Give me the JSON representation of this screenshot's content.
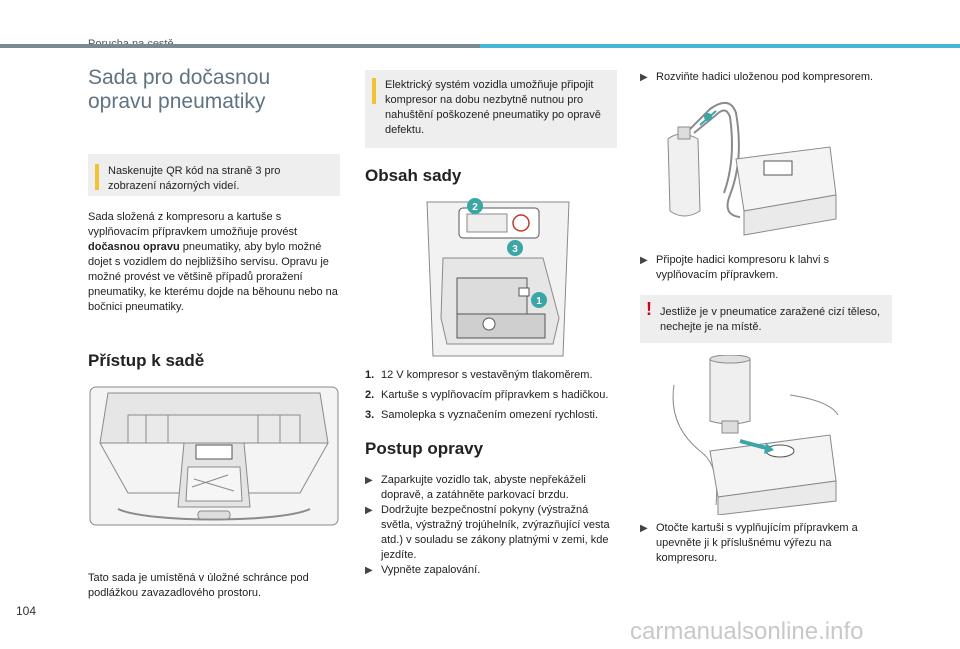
{
  "header": {
    "section": "Porucha na cestě"
  },
  "page_number": "104",
  "watermark": "carmanualsonline.info",
  "col1": {
    "title_line1": "Sada pro dočasnou",
    "title_line2": "opravu pneumatiky",
    "info_text": "Naskenujte QR kód na straně 3 pro zobrazení názorných videí.",
    "intro_a": "Sada složená z kompresoru a kartuše s vyplňovacím přípravkem umožňuje provést ",
    "intro_bold": "dočasnou opravu",
    "intro_b": " pneumatiky, aby bylo možné dojet s vozidlem do nejbližšího servisu. Opravu je možné provést ve většině případů proražení pneumatiky, ke kterému dojde na běhounu nebo na bočnici pneumatiky.",
    "access_heading": "Přístup k sadě",
    "location_text": "Tato sada je umístěná v úložné schránce pod podlážkou zavazadlového prostoru."
  },
  "col2": {
    "info_text": "Elektrický systém vozidla umožňuje připojit kompresor na dobu nezbytně nutnou pro nahuštění poškozené pneumatiky po opravě defektu.",
    "contents_heading": "Obsah sady",
    "callouts": [
      "1",
      "2",
      "3"
    ],
    "items": [
      {
        "num": "1.",
        "text": "12 V kompresor s vestavěným tlakoměrem."
      },
      {
        "num": "2.",
        "text": "Kartuše s vyplňovacím přípravkem s hadičkou."
      },
      {
        "num": "3.",
        "text": "Samolepka s vyznačením omezení rychlosti."
      }
    ],
    "repair_heading": "Postup opravy",
    "steps": [
      "Zaparkujte vozidlo tak, abyste nepřekáželi dopravě, a zatáhněte parkovací brzdu.",
      "Dodržujte bezpečnostní pokyny (výstražná světla, výstražný trojúhelník, zvýrazňující vesta atd.) v souladu se zákony platnými v zemi, kde jezdíte.",
      "Vypněte zapalování."
    ]
  },
  "col3": {
    "step1": "Rozviňte hadici uloženou pod kompresorem.",
    "step2": "Připojte hadici kompresoru k lahvi s vyplňovacím přípravkem.",
    "warning_text": "Jestliže je v pneumatice zaražené cizí těleso, nechejte je na místě.",
    "step3": "Otočte kartuši s vyplňujícím přípravkem a upevněte ji k příslušnému výřezu na kompresoru."
  },
  "colors": {
    "accent": "#44b8d6",
    "title": "#5f7380",
    "callout": "#3aa6a6",
    "info_mark": "#f1c232",
    "warning": "#d0021b"
  }
}
